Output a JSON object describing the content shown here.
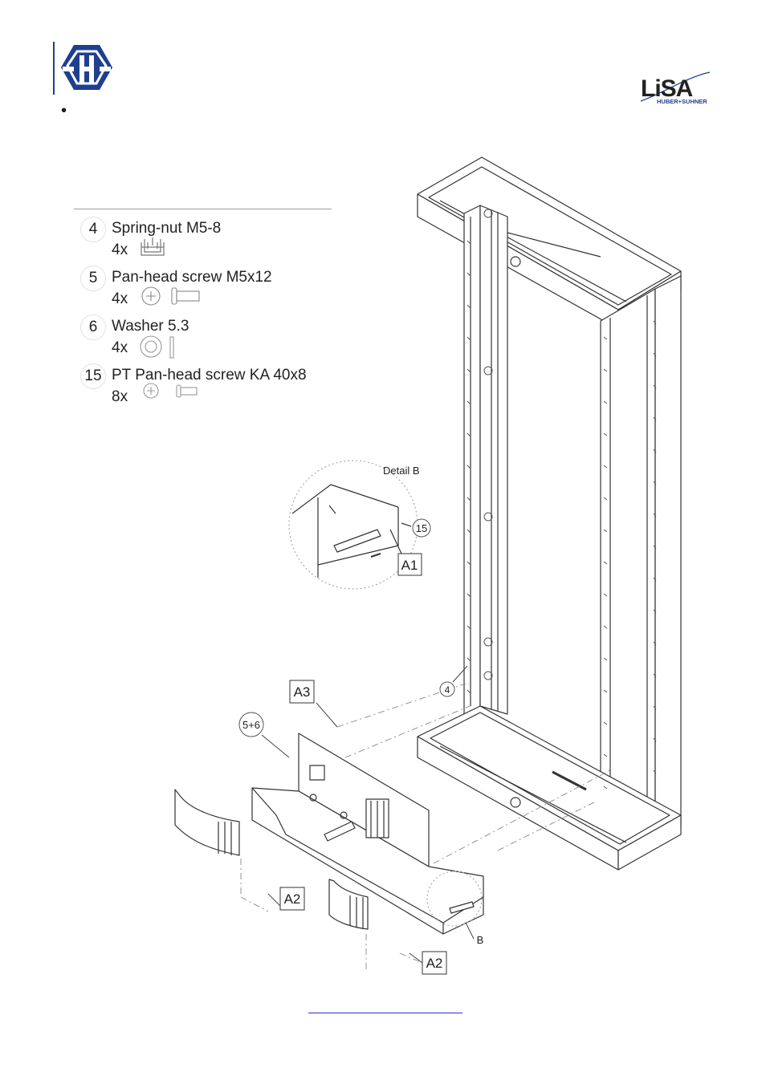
{
  "header": {
    "left_logo_icon": "hexagon-h-logo-icon",
    "right_logo_icon": "lisa-huber-suhner-logo-icon",
    "right_logo_text": "LiSA",
    "right_logo_subtext": "HUBER+SUHNER",
    "bullet": "•"
  },
  "parts": [
    {
      "num": "4",
      "name": "Spring-nut M5-8",
      "qty": "4x",
      "icon": "spring-nut-icon"
    },
    {
      "num": "5",
      "name": "Pan-head screw M5x12",
      "qty": "4x",
      "icon": "pan-head-screw-icon"
    },
    {
      "num": "6",
      "name": "Washer 5.3",
      "qty": "4x",
      "icon": "washer-icon"
    },
    {
      "num": "15",
      "name": "PT Pan-head screw KA 40x8",
      "qty": "8x",
      "icon": "pt-screw-icon"
    }
  ],
  "callouts": {
    "detail_b": "Detail B",
    "c15": "15",
    "a1": "A1",
    "c4": "4",
    "a3": "A3",
    "c56": "5+6",
    "a2_left": "A2",
    "a2_right": "A2",
    "b": "B"
  },
  "colors": {
    "logo_blue": "#1f3f8f",
    "line": "#333333",
    "link": "#2b2bd9"
  }
}
